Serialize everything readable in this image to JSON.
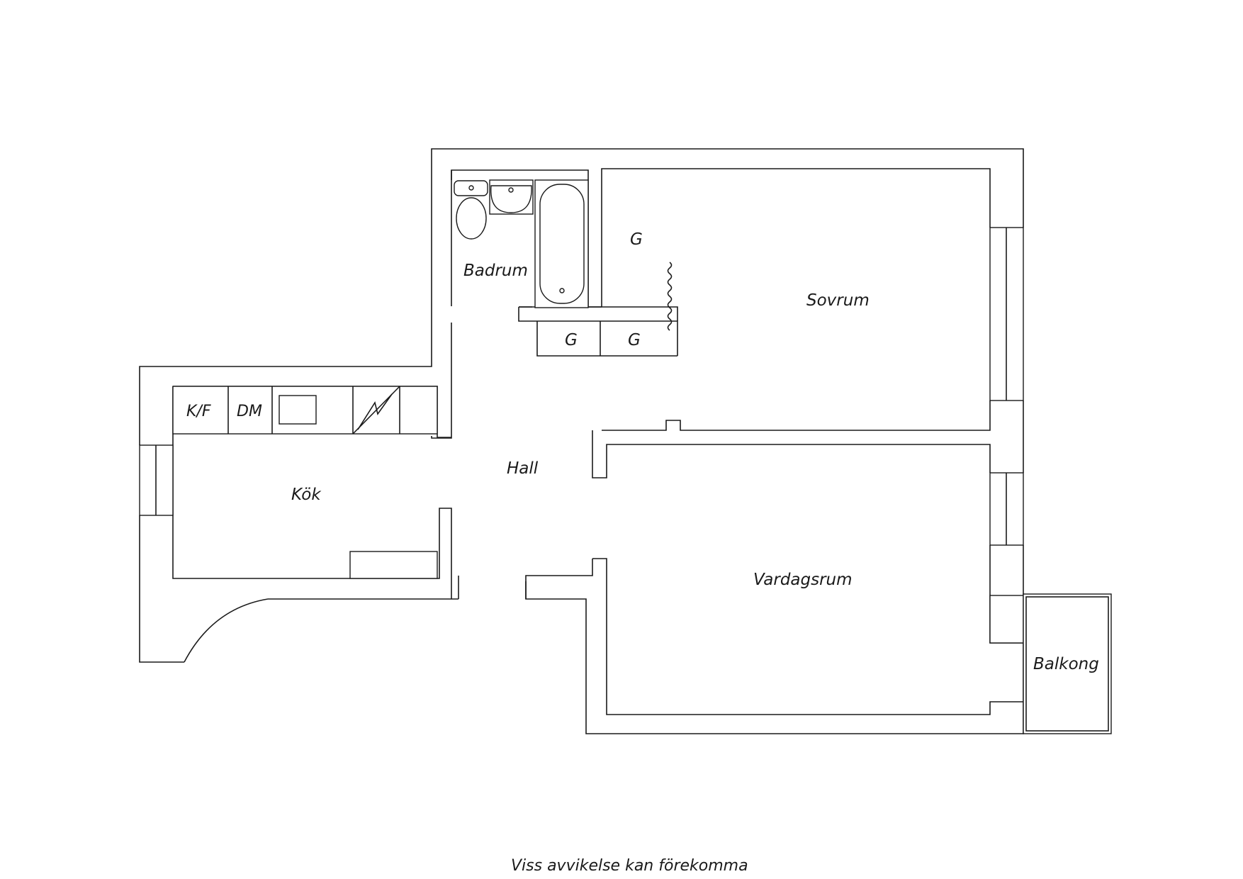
{
  "rooms": {
    "badrum": "Badrum",
    "sovrum": "Sovrum",
    "hall": "Hall",
    "kok": "Kök",
    "vardagsrum": "Vardagsrum",
    "balkong": "Balkong"
  },
  "closets": {
    "sovrum_closet": "G",
    "hall_closet_left": "G",
    "hall_closet_right": "G"
  },
  "kitchen_units": {
    "fridge_freezer": "K/F",
    "dishwasher": "DM"
  },
  "footer": {
    "note": "Viss avvikelse kan förekomma"
  }
}
